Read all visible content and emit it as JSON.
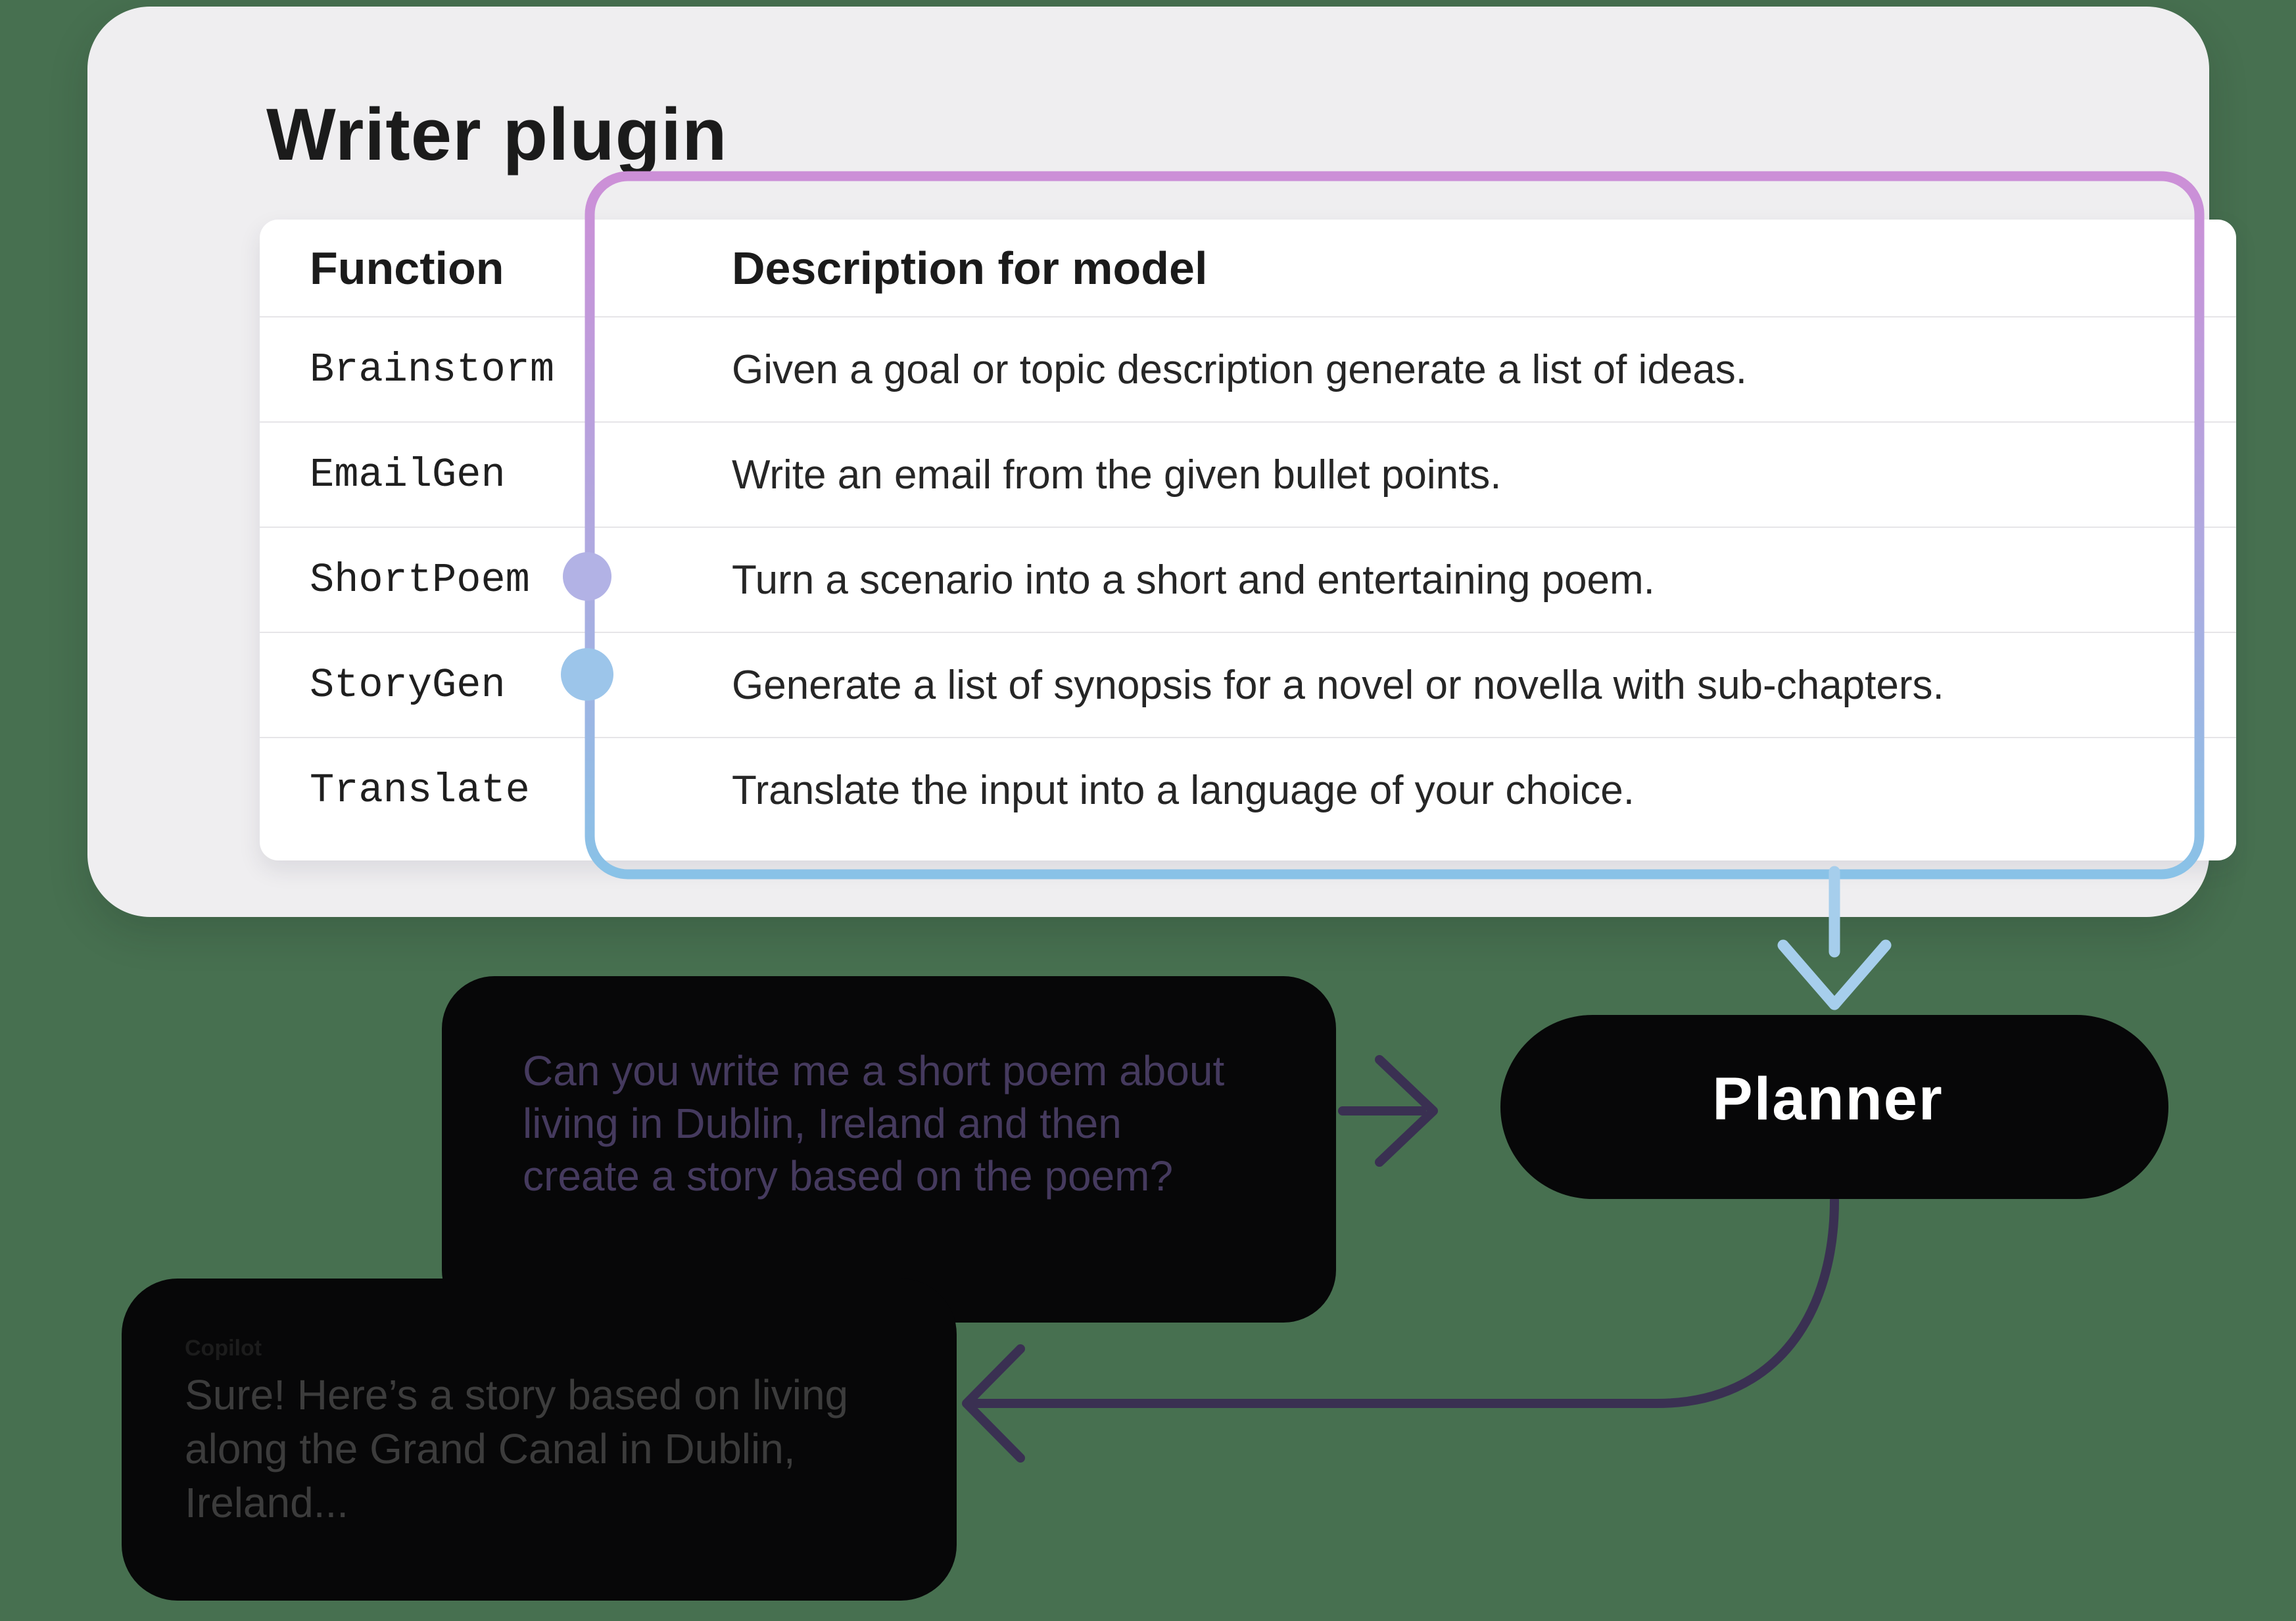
{
  "title": "Writer plugin",
  "table": {
    "col_function": "Function",
    "col_description": "Description for model",
    "rows": [
      {
        "fn": "Brainstorm",
        "desc": "Given a goal or topic description generate a list of ideas.",
        "marker": false
      },
      {
        "fn": "EmailGen",
        "desc": "Write an email from the given bullet points.",
        "marker": false
      },
      {
        "fn": "ShortPoem",
        "desc": "Turn a scenario into a short and entertaining poem.",
        "marker": true
      },
      {
        "fn": "StoryGen",
        "desc": "Generate a list of synopsis for a novel or novella with sub-chapters.",
        "marker": true
      },
      {
        "fn": "Translate",
        "desc": "Translate the input into a language of your choice.",
        "marker": false
      }
    ]
  },
  "planner": {
    "label": "Planner"
  },
  "user_message": {
    "text": "Can you write me a short poem about\nliving in Dublin, Ireland and then\ncreate a story based on the poem?"
  },
  "copilot_message": {
    "author": "Copilot",
    "text": "Sure! Here’s a story based on living\nalong the Grand Canal in Dublin,\nIreland..."
  },
  "colors": {
    "background": "#477050",
    "card": "#EFEEF0",
    "table": "#FFFFFF",
    "row_divider": "#E6E5E8",
    "ring_gradient_top": "#CC8FD7",
    "ring_gradient_mid": "#AEAAE0",
    "ring_gradient_bottom": "#89C2E7",
    "shortpoem_dot": "#B2B2E5",
    "storygen_dot": "#9CC5EA",
    "blue_arrow": "#A6CEEC",
    "dark_arrow": "#3A3052",
    "planner_gradient_left": "#DDA5E2",
    "planner_gradient_right": "#9CCCEA",
    "user_bubble_gradient_left": "#DCE8F8",
    "user_bubble_gradient_right": "#EDDBF3",
    "user_bubble_text": "#453A5E",
    "shadow_black": "#070708"
  }
}
